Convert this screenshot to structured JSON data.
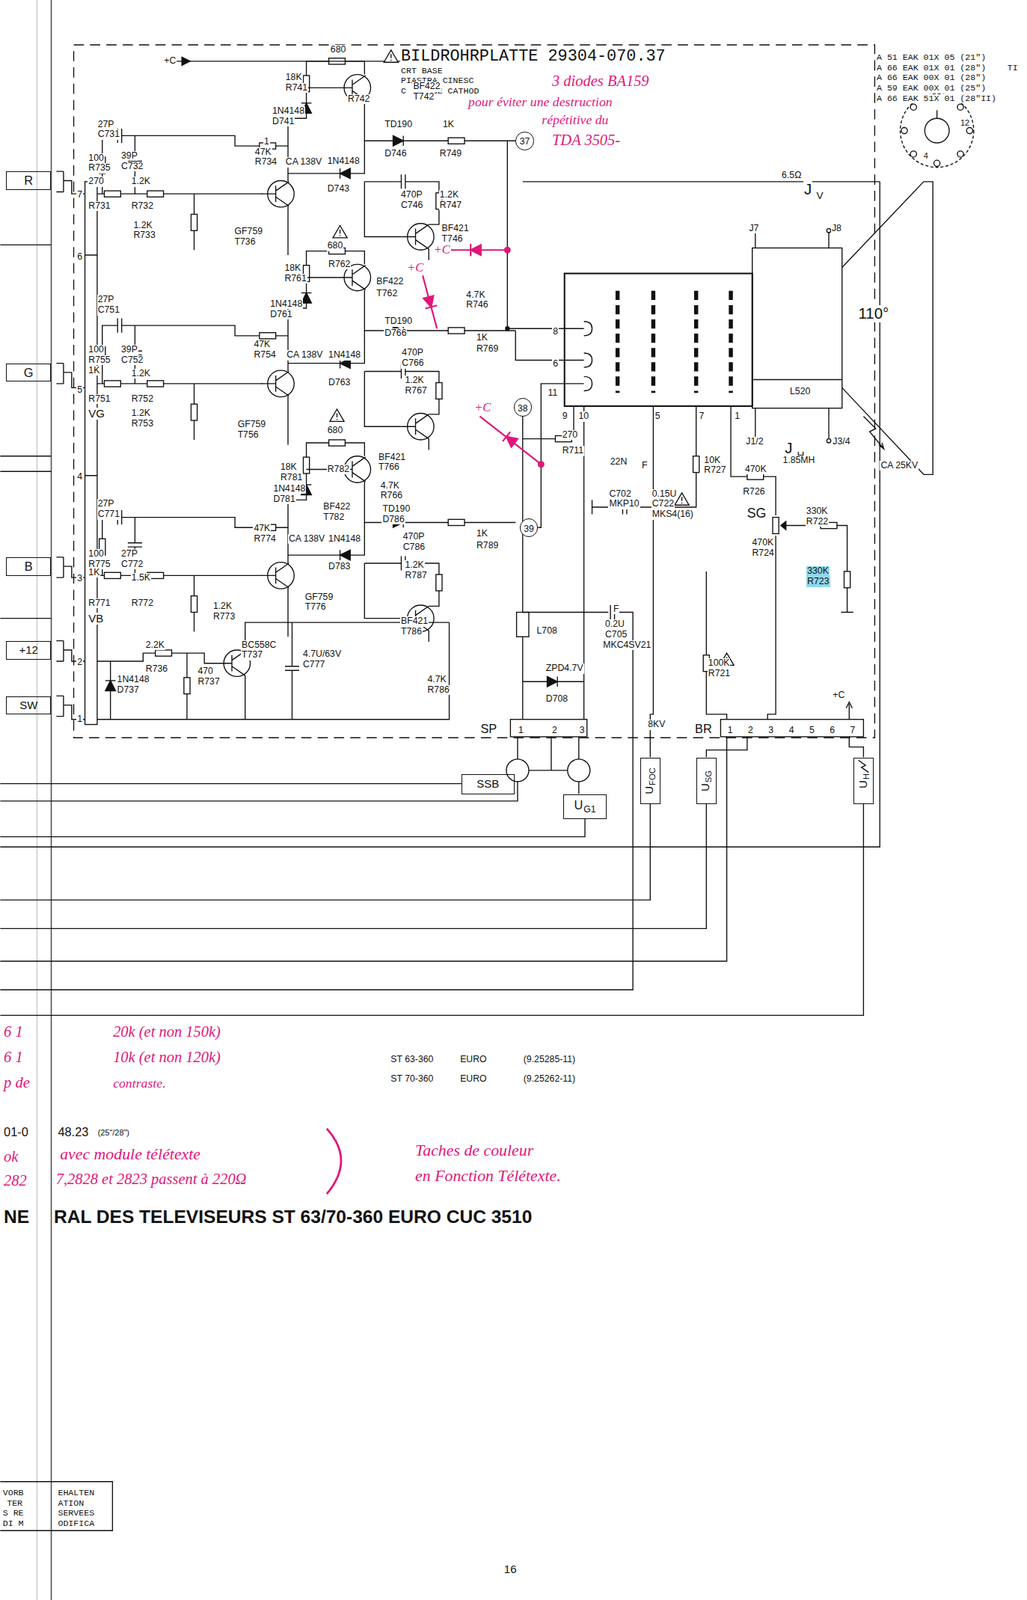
{
  "diagram": {
    "nodes": [
      {
        "text": [
          "R"
        ]
      },
      {
        "text": [
          "G"
        ]
      },
      {
        "text": [
          "B"
        ]
      },
      {
        "text": [
          "+12"
        ]
      },
      {
        "text": [
          "SW"
        ]
      },
      {
        "text": [
          "37"
        ]
      },
      {
        "text": [
          "38"
        ]
      },
      {
        "text": [
          "39"
        ]
      },
      {
        "text": [
          "SSB"
        ]
      },
      {
        "text": [
          "U",
          "G1"
        ]
      },
      {
        "text": [
          "U",
          "FOC"
        ]
      },
      {
        "text": [
          "U",
          "SG"
        ]
      },
      {
        "text": [
          "U",
          "H"
        ]
      }
    ],
    "labels": [
      "680",
      "BILDROHRPLATTE 29304-070.37",
      "CRT BASE",
      "PIASTRA CINESC",
      "C I  TUBE CATHOD",
      "3 diodes BA159",
      "pour éviter une destruction",
      "répétitive du",
      "TDA 3505-",
      "A 51 EAK 01X 05 (21\")",
      "A 66 EAK 01X 01 (28\")",
      "TI",
      "A 66 EAK 00X 01 (28\")",
      "A 59 EAK 00X 01 (25\")",
      "A 66 EAK 51X 01 (28\"II)",
      "12",
      "4",
      "+C",
      "18K",
      "R741",
      "R742",
      "BF422",
      "T742",
      "1N4148",
      "D741",
      "27P",
      "C731",
      "TD190",
      "1K",
      "D746",
      "R749",
      "1",
      "47K",
      "R734",
      "CA 138V",
      "1N4148",
      "D743",
      "100",
      "R735",
      "39P",
      "C732",
      "270",
      "1.2K",
      "R731",
      "R732",
      "1.2K",
      "R733",
      "470P",
      "C746",
      "1.2K",
      "R747",
      "GF759",
      "T736",
      "BF421",
      "T746",
      "+C",
      "680",
      "18K",
      "R761",
      "R762",
      "BF422",
      "+C",
      "T762",
      "4.7K",
      "R746",
      "1N4148",
      "D761",
      "TD190",
      "D766",
      "1K",
      "R769",
      "27P",
      "C751",
      "100",
      "R755",
      "39P",
      "C752",
      "1K",
      "1.2K",
      "R751",
      "R752",
      "VG",
      "1.2K",
      "R753",
      "47K",
      "R754",
      "CA 138V",
      "1N4148",
      "D763",
      "470P",
      "C766",
      "1.2K",
      "R767",
      "GF759",
      "T756",
      "8",
      "6",
      "11",
      "9",
      "10",
      "5",
      "7",
      "1",
      "270",
      "R711",
      "10K",
      "R727",
      "680",
      "18K",
      "R781",
      "R782",
      "BF421",
      "T766",
      "4.7K",
      "R766",
      "+C",
      "1N4148",
      "D781",
      "BF422",
      "T782",
      "TD190",
      "D786",
      "1K",
      "R789",
      "27P",
      "C771",
      "47K",
      "R774",
      "CA 138V",
      "1N4148",
      "D783",
      "470P",
      "C786",
      "1.2K",
      "R787",
      "100",
      "R775",
      "27P",
      "C772",
      "1K",
      "1.5K",
      "R771",
      "R772",
      "VB",
      "1.2K",
      "R773",
      "GF759",
      "T776",
      "BF421",
      "T786",
      "4.7K",
      "R786",
      "7",
      "6",
      "5",
      "4",
      "3",
      "2",
      "1",
      "2.2K",
      "R736",
      "470",
      "R737",
      "1N4148",
      "D737",
      "BC558C",
      "T737",
      "4.7U/63V",
      "C777",
      "6.5Ω",
      "J",
      "V",
      "J7",
      "J8",
      "110°",
      "L520",
      "J1/2",
      "J",
      "H",
      "J3/4",
      "1.85MH",
      "CA 25KV",
      "22N",
      "F",
      "C702",
      "MKP10",
      "0.15U",
      "C722",
      "MKS4(16)",
      "470K",
      "R726",
      "SG",
      "330K",
      "R722",
      "470K",
      "R724",
      "330K",
      "R723",
      "F",
      "0.2U",
      "C705",
      "MKC4SV21",
      "L708",
      "ZPD4.7V",
      "D708",
      "100K",
      "R721",
      "+C",
      "SP",
      "1",
      "2",
      "3",
      "8KV",
      "BR",
      "1",
      "2",
      "3",
      "4",
      "5",
      "6",
      "7",
      "6 1",
      "20k (et non 150k)",
      "6 1",
      "10k (et non 120k)",
      "p de",
      "contraste.",
      "ST 63-360",
      "EURO",
      "(9.25285-11)",
      "ST 70-360",
      "EURO",
      "(9.25262-11)",
      "01-0",
      "48.23",
      "(25\"/28\")",
      "ok",
      "avec module télétexte",
      "282",
      "7,2828 et 2823 passent à 220Ω",
      "Taches de couleur",
      "en Fonction Télétexte.",
      "NE",
      "RAL DES TELEVISEURS ST 63/70-360 EURO  CUC 3510",
      "VORB",
      "TER",
      "S RE",
      "DI M",
      "EHALTEN",
      "ATION",
      "SERVEES",
      "ODIFICA",
      "16"
    ]
  }
}
